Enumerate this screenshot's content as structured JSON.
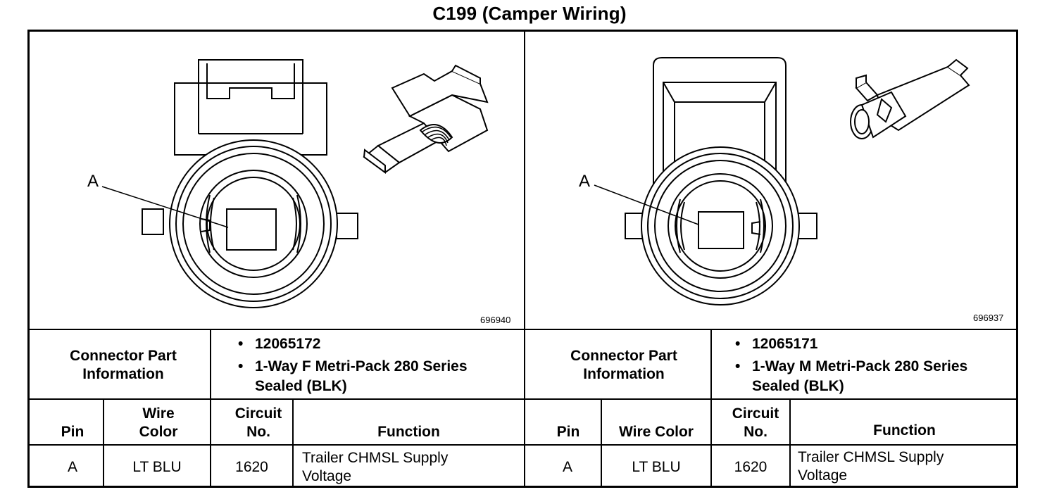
{
  "title": "C199 (Camper Wiring)",
  "connectors": [
    {
      "figure_label": "A",
      "figure_id": "696940",
      "part_info_label": "Connector Part Information",
      "part_info": [
        "12065172",
        "1-Way F Metri-Pack 280 Series Sealed (BLK)"
      ],
      "headers": {
        "pin": "Pin",
        "wire_color": "Wire Color",
        "circuit_no": "Circuit No.",
        "function": "Function"
      },
      "rows": [
        {
          "pin": "A",
          "wire_color": "LT BLU",
          "circuit_no": "1620",
          "function": "Trailer CHMSL Supply Voltage"
        }
      ]
    },
    {
      "figure_label": "A",
      "figure_id": "696937",
      "part_info_label": "Connector Part Information",
      "part_info": [
        "12065171",
        "1-Way M Metri-Pack 280 Series Sealed (BLK)"
      ],
      "headers": {
        "pin": "Pin",
        "wire_color": "Wire Color",
        "circuit_no": "Circuit No.",
        "function": "Function"
      },
      "rows": [
        {
          "pin": "A",
          "wire_color": "LT BLU",
          "circuit_no": "1620",
          "function": "Trailer CHMSL Supply Voltage"
        }
      ]
    }
  ]
}
